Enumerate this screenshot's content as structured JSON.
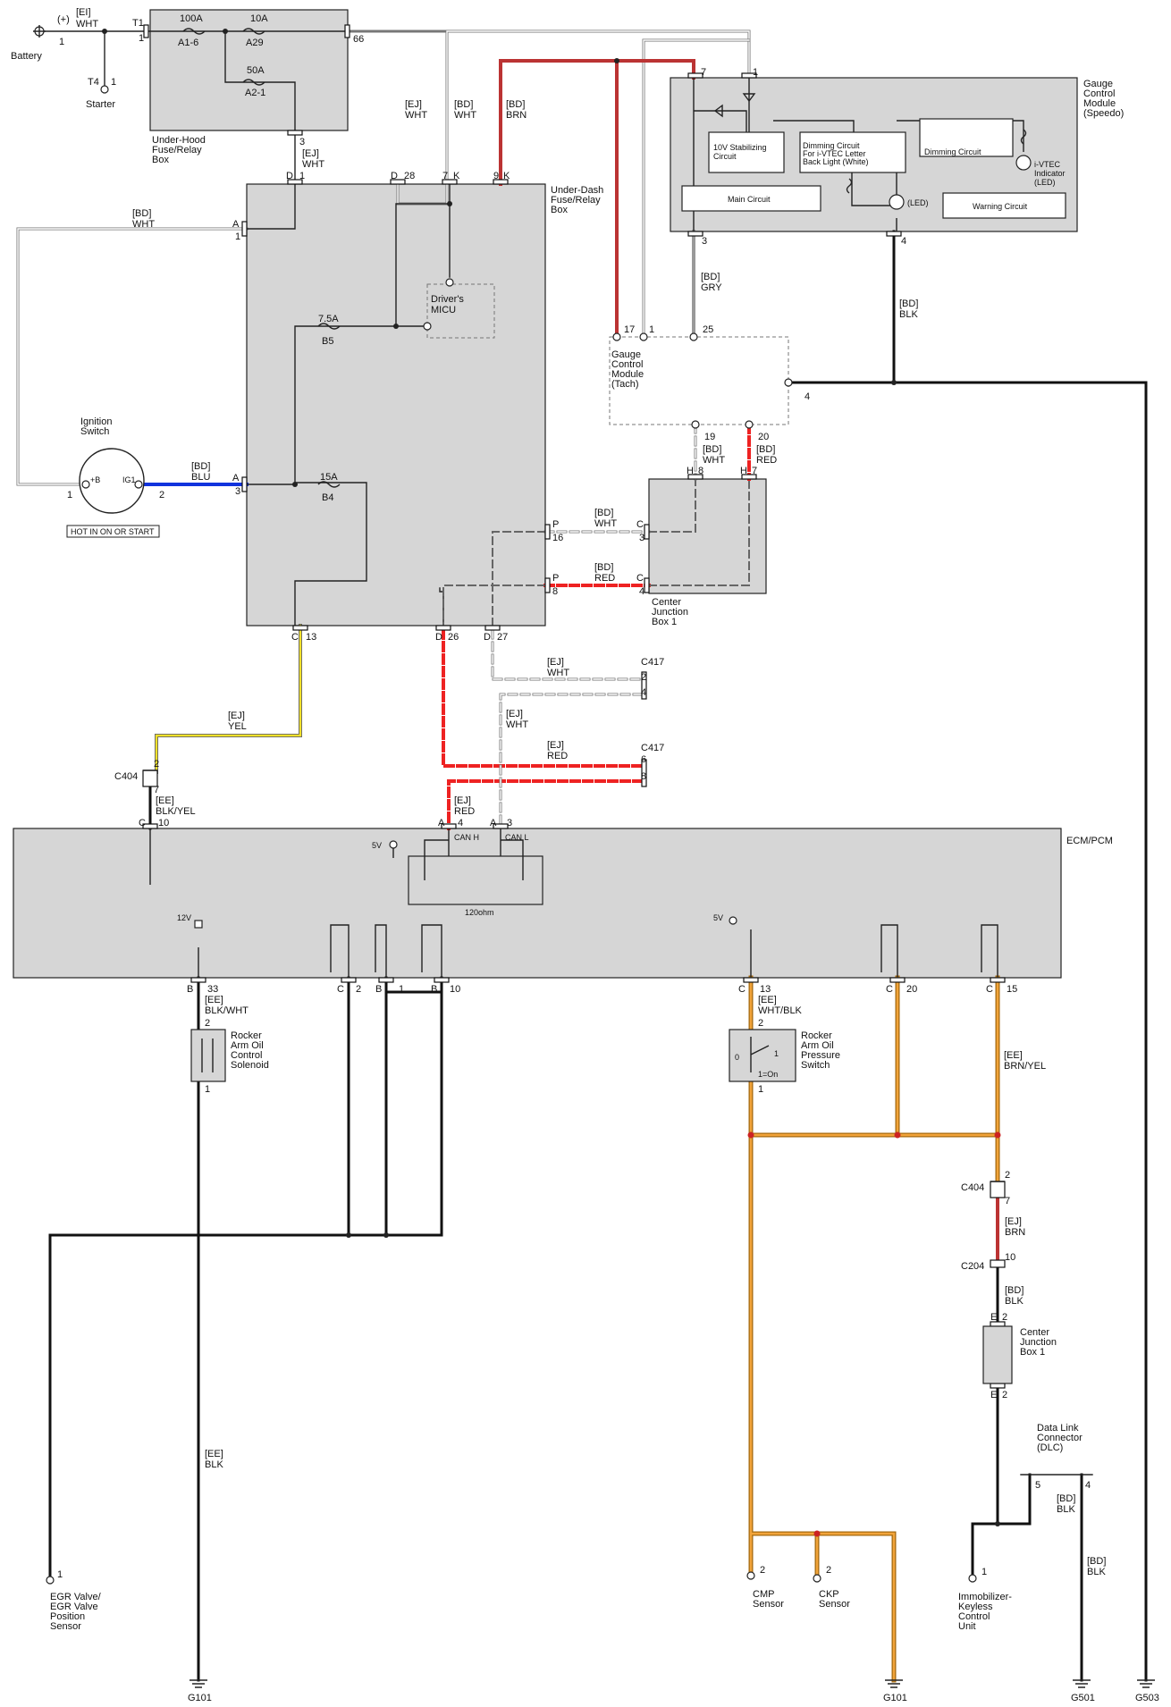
{
  "battery": {
    "label": "Battery",
    "polarity": "(+)",
    "pin": "1",
    "wire_code": "[EI]",
    "wire_color": "WHT"
  },
  "starter": {
    "label": "Starter",
    "t1": "T1",
    "t1_pin": "1",
    "t4": "T4",
    "t4_pin": "1"
  },
  "underhood": {
    "name_line1": "Under-Hood",
    "name_line2": "Fuse/Relay",
    "name_line3": "Box",
    "fuse1_rating": "100A",
    "fuse1_id": "A1-6",
    "fuse2_rating": "10A",
    "fuse2_id": "A29",
    "fuse3_rating": "50A",
    "fuse3_id": "A2-1",
    "pin_out": "66",
    "pin_bottom": "3",
    "wire_code": "[EJ]",
    "wire_color": "WHT"
  },
  "top_wires": {
    "w1_code": "[EJ]",
    "w1_color": "WHT",
    "w2_code": "[BD]",
    "w2_color": "WHT",
    "w3_code": "[BD]",
    "w3_color": "BRN"
  },
  "underdash": {
    "name_line1": "Under-Dash",
    "name_line2": "Fuse/Relay",
    "name_line3": "Box",
    "pin_d1": "D",
    "pin_d1n": "1",
    "pin_d28": "D",
    "pin_d28n": "28",
    "pin_7k": "7",
    "pin_7kc": "K",
    "pin_9k": "9",
    "pin_9kc": "K",
    "pin_a1": "A",
    "pin_a1n": "1",
    "pin_a3": "A",
    "pin_a3n": "3",
    "pin_p16": "P",
    "pin_p16n": "16",
    "pin_p8": "P",
    "pin_p8n": "8",
    "pin_c13": "C",
    "pin_c13n": "13",
    "pin_d26": "D",
    "pin_d26n": "26",
    "pin_d27": "D",
    "pin_d27n": "27",
    "micu_line1": "Driver's",
    "micu_line2": "MICU",
    "fuse_b5_rating": "7.5A",
    "fuse_b5_id": "B5",
    "fuse_b4_rating": "15A",
    "fuse_b4_id": "B4",
    "wire_a1_code": "[BD]",
    "wire_a1_color": "WHT",
    "wire_a3_code": "[BD]",
    "wire_a3_color": "BLU"
  },
  "ignition": {
    "name_line1": "Ignition",
    "name_line2": "Switch",
    "pin_b": "+B",
    "pin_ig": "IG1",
    "pin1": "1",
    "pin2": "2",
    "note": "HOT IN ON OR START"
  },
  "speedo": {
    "name_line1": "Gauge",
    "name_line2": "Control",
    "name_line3": "Module",
    "name_line4": "(Speedo)",
    "pin7": "7",
    "pin1": "1",
    "pin3": "3",
    "pin4": "4",
    "stab_line1": "10V Stabilizing",
    "stab_line2": "Circuit",
    "dim1_line1": "Dimming Circuit",
    "dim1_line2": "For i-VTEC Letter",
    "dim1_line3": "Back Light (White)",
    "dim2": "Dimming Circuit",
    "main": "Main Circuit",
    "led": "(LED)",
    "ivtec_line1": "i-VTEC",
    "ivtec_line2": "Indicator",
    "ivtec_line3": "(LED)",
    "warn": "Warning Circuit",
    "gry_code": "[BD]",
    "gry_color": "GRY",
    "blk_code": "[BD]",
    "blk_color": "BLK"
  },
  "tach": {
    "name_line1": "Gauge",
    "name_line2": "Control",
    "name_line3": "Module",
    "name_line4": "(Tach)",
    "pin17": "17",
    "pin1": "1",
    "pin25": "25",
    "pin4": "4",
    "pin19": "19",
    "pin20": "20",
    "w19_code": "[BD]",
    "w19_color": "WHT",
    "w20_code": "[BD]",
    "w20_color": "RED"
  },
  "cjb1": {
    "name_line1": "Center",
    "name_line2": "Junction",
    "name_line3": "Box 1",
    "pin_h8": "H",
    "pin_h8n": "8",
    "pin_h7": "H",
    "pin_h7n": "7",
    "pin_c3": "C",
    "pin_c3n": "3",
    "pin_c4": "C",
    "pin_c4n": "4",
    "wht_code": "[BD]",
    "wht_color": "WHT",
    "red_code": "[BD]",
    "red_color": "RED"
  },
  "c417": {
    "name_a": "C417",
    "pin_a2": "2",
    "pin_a4": "4",
    "wa_code": "[EJ]",
    "wa_color": "WHT",
    "name_b": "C417",
    "pin_b6": "6",
    "pin_b8": "8",
    "wb_code": "[EJ]",
    "wb_color": "RED",
    "wc_code": "[EJ]",
    "wc_color": "WHT"
  },
  "c404a": {
    "name": "C404",
    "pin2": "2",
    "pin7": "7",
    "w_code": "[EJ]",
    "w_color": "YEL",
    "w2_code": "[EE]",
    "w2_color": "BLK/YEL"
  },
  "ecm": {
    "name": "ECM/PCM",
    "pin_c10": "C",
    "pin_c10n": "10",
    "pin_a4": "A",
    "pin_a4n": "4",
    "pin_a3": "A",
    "pin_a3n": "3",
    "can_h": "CAN H",
    "can_l": "CAN L",
    "ohm": "120ohm",
    "v5a": "5V",
    "v5b": "5V",
    "v12": "12V",
    "wire_red_code": "[EJ]",
    "wire_red_color": "RED",
    "pin_b33": "B",
    "pin_b33n": "33",
    "pin_c2": "C",
    "pin_c2n": "2",
    "pin_b1": "B",
    "pin_b1n": "1",
    "pin_b10": "B",
    "pin_b10n": "10",
    "pin_c13": "C",
    "pin_c13n": "13",
    "pin_c20": "C",
    "pin_c20n": "20",
    "pin_c15": "C",
    "pin_c15n": "15"
  },
  "solenoid": {
    "name_line1": "Rocker",
    "name_line2": "Arm Oil",
    "name_line3": "Control",
    "name_line4": "Solenoid",
    "pin2": "2",
    "pin1": "1",
    "w_code": "[EE]",
    "w_color": "BLK/WHT"
  },
  "pressure": {
    "name_line1": "Rocker",
    "name_line2": "Arm Oil",
    "name_line3": "Pressure",
    "name_line4": "Switch",
    "pin2": "2",
    "pin1": "1",
    "w_code": "[EE]",
    "w_color": "WHT/BLK",
    "state": "1=On",
    "s0": "0",
    "s1": "1"
  },
  "right_chain": {
    "w_code": "[EE]",
    "w_color": "BRN/YEL",
    "c404": "C404",
    "c404_pin2": "2",
    "c404_pin7": "7",
    "w2_code": "[EJ]",
    "w2_color": "BRN",
    "c204": "C204",
    "c204_pin": "10",
    "w3_code": "[BD]",
    "w3_color": "BLK",
    "cjb_name_line1": "Center",
    "cjb_name_line2": "Junction",
    "cjb_name_line3": "Box 1",
    "cjb_top": "E",
    "cjb_top_n": "2",
    "cjb_bot": "E",
    "cjb_bot_n": "2"
  },
  "ground_wire": {
    "code": "[EE]",
    "color": "BLK"
  },
  "dlc": {
    "name_line1": "Data Link",
    "name_line2": "Connector",
    "name_line3": "(DLC)",
    "pin5": "5",
    "pin4": "4",
    "w_code": "[BD]",
    "w_color": "BLK",
    "w2_code": "[BD]",
    "w2_color": "BLK"
  },
  "bottom": {
    "egr_line1": "EGR Valve/",
    "egr_line2": "EGR Valve",
    "egr_line3": "Position",
    "egr_line4": "Sensor",
    "egr_pin": "1",
    "cmp_line1": "CMP",
    "cmp_line2": "Sensor",
    "cmp_pin": "2",
    "ckp_line1": "CKP",
    "ckp_line2": "Sensor",
    "ckp_pin": "2",
    "imm_line1": "Immobilizer-",
    "imm_line2": "Keyless",
    "imm_line3": "Control",
    "imm_line4": "Unit",
    "imm_pin": "1",
    "g101a": "G101",
    "g101b": "G101",
    "g501": "G501",
    "g503": "G503"
  }
}
